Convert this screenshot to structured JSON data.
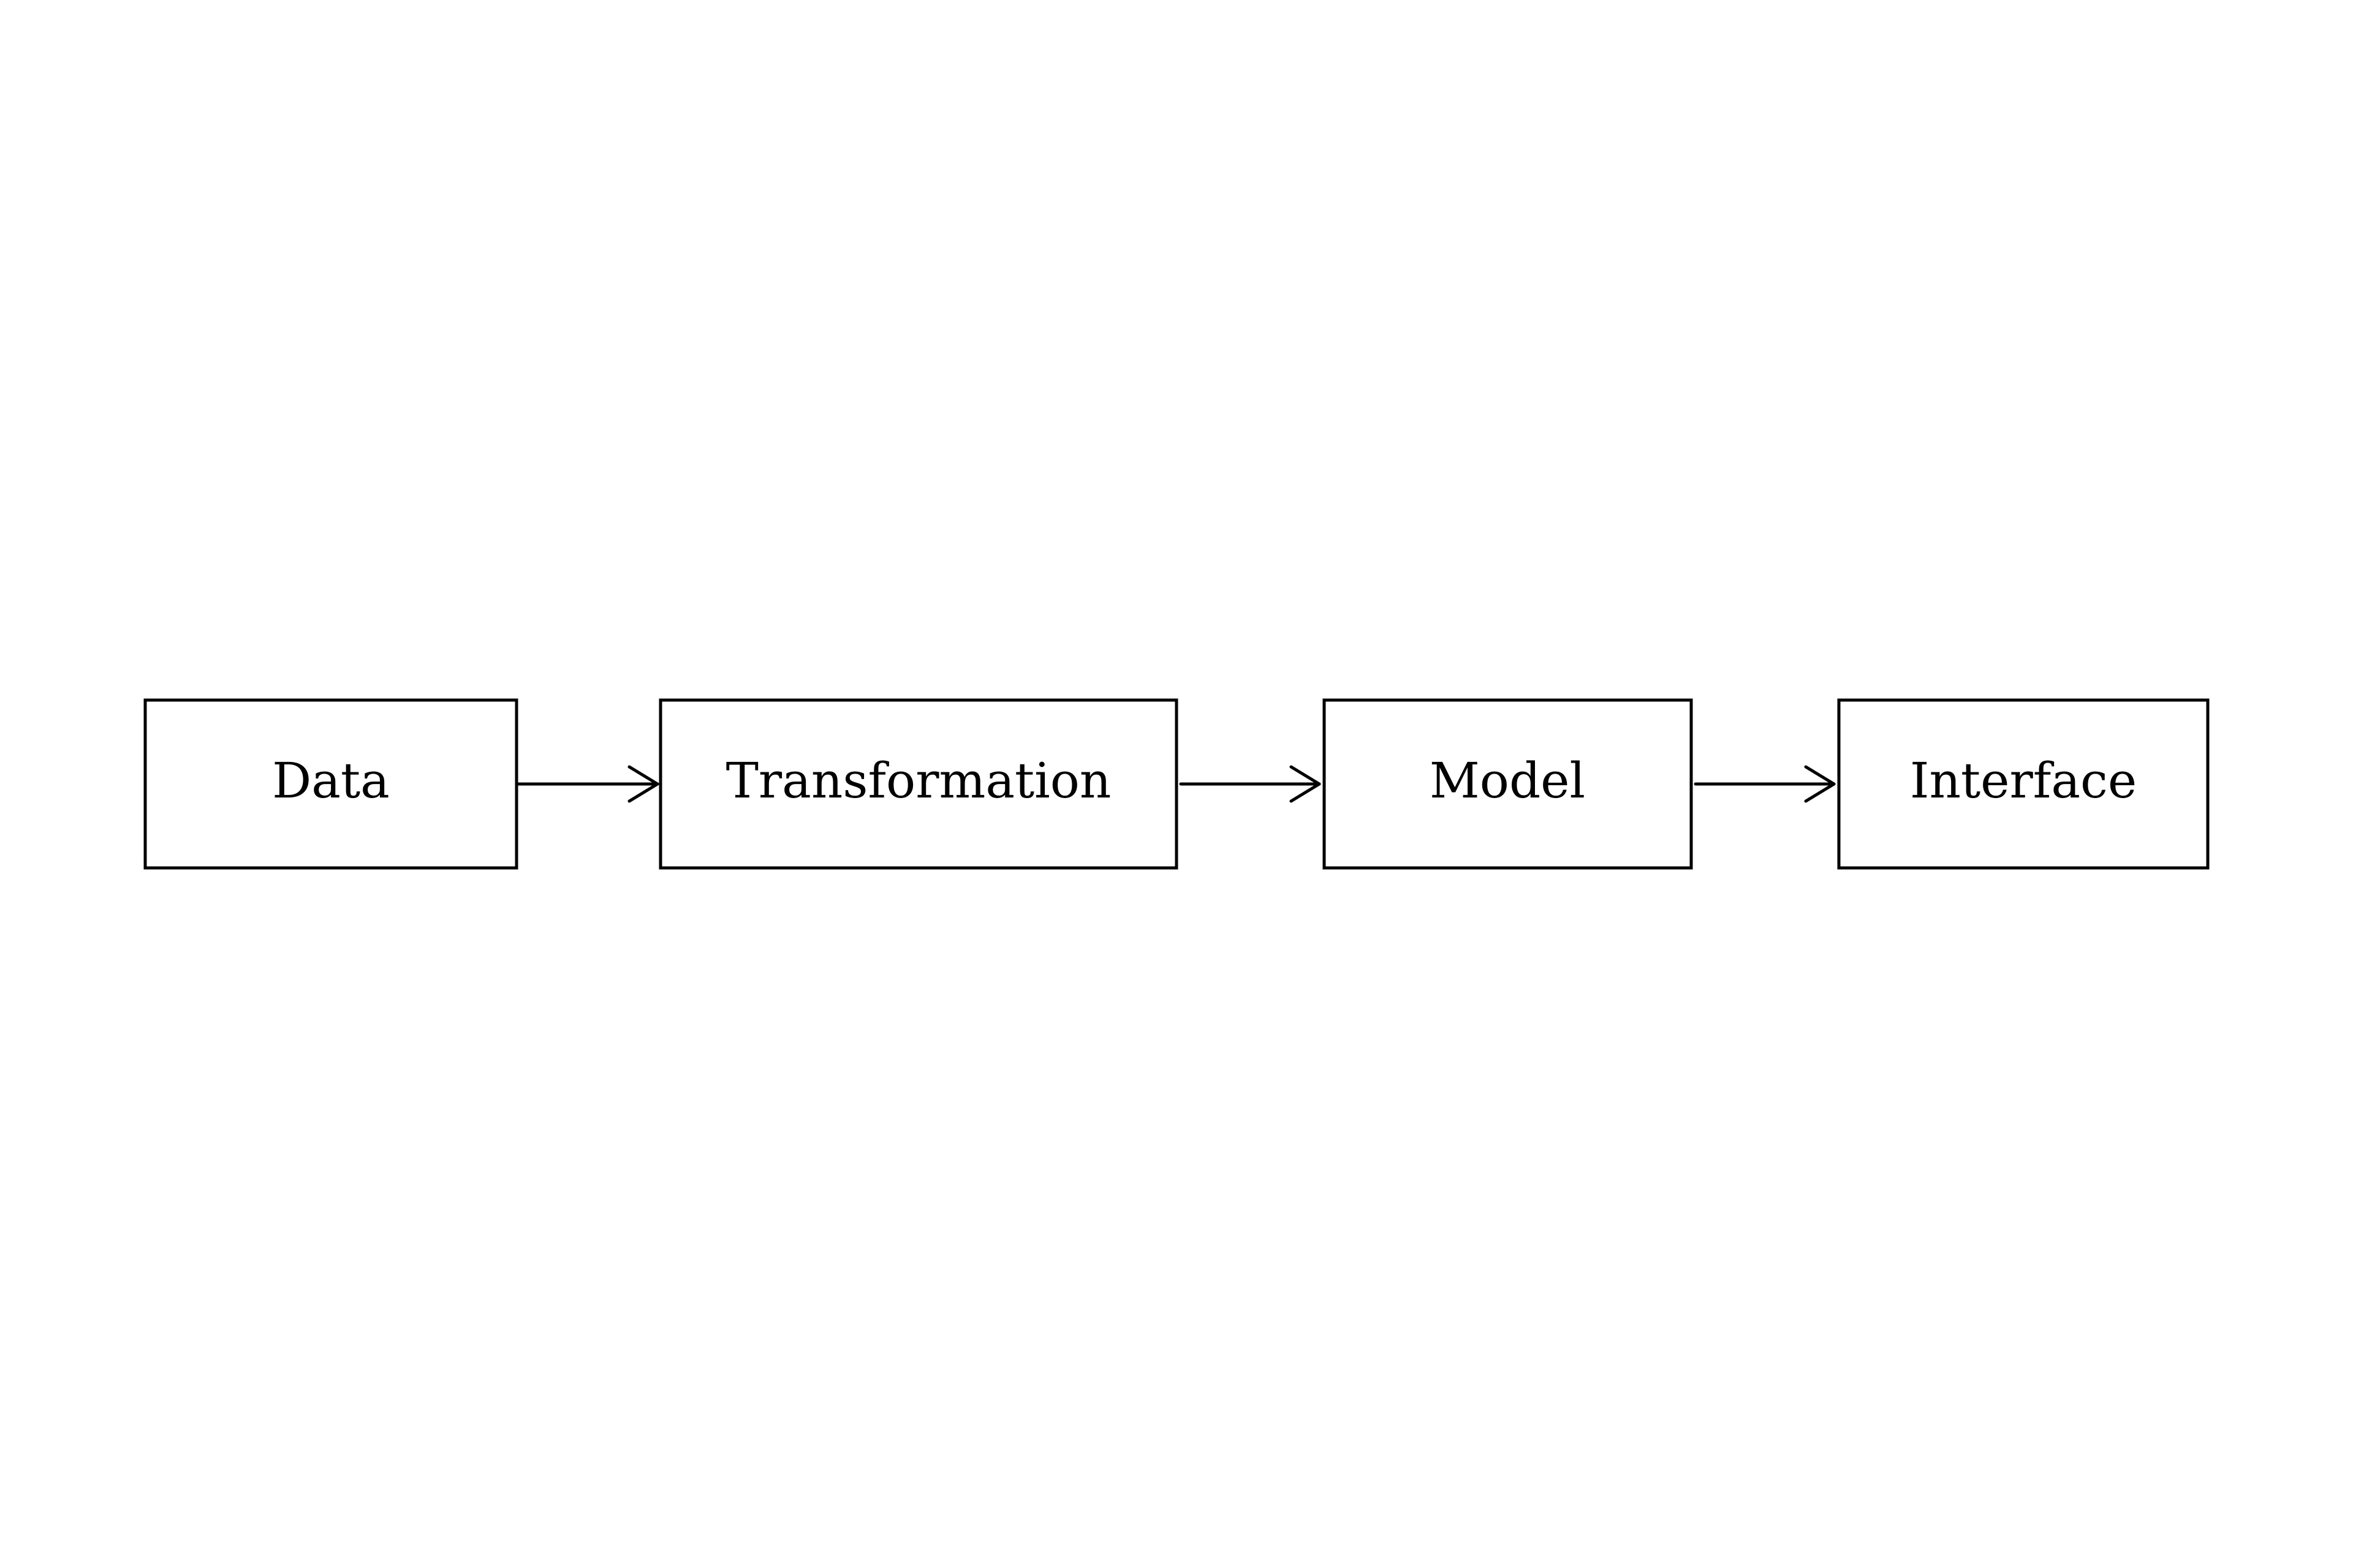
{
  "diagram": {
    "type": "flowchart",
    "direction": "left-to-right",
    "background_color": "#ffffff",
    "node_fill_color": "#ffffff",
    "stroke_color": "#000000",
    "text_color": "#000000",
    "nodes": [
      {
        "id": "data",
        "label": "Data"
      },
      {
        "id": "transformation",
        "label": "Transformation"
      },
      {
        "id": "model",
        "label": "Model"
      },
      {
        "id": "interface",
        "label": "Interface"
      }
    ],
    "edges": [
      {
        "from": "Data",
        "to": "Transformation",
        "arrow": "right"
      },
      {
        "from": "Transformation",
        "to": "Model",
        "arrow": "right"
      },
      {
        "from": "Model",
        "to": "Interface",
        "arrow": "right"
      }
    ]
  }
}
